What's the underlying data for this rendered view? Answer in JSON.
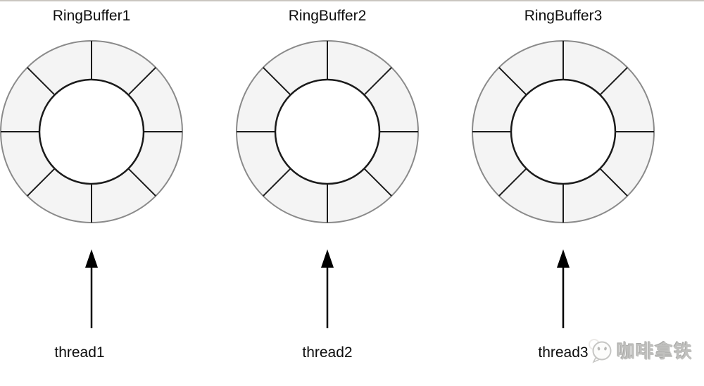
{
  "diagram": {
    "description": "Three ring buffers each fed by one thread",
    "segment_count_per_ring": 8
  },
  "buffers": [
    {
      "title": "RingBuffer1",
      "thread_label": "thread1",
      "segments": 8
    },
    {
      "title": "RingBuffer2",
      "thread_label": "thread2",
      "segments": 8
    },
    {
      "title": "RingBuffer3",
      "thread_label": "thread3",
      "segments": 8
    }
  ],
  "watermark": {
    "text": "咖啡拿铁",
    "icon": "chat-bubble-face-icon",
    "color": "#c0c0be"
  },
  "colors": {
    "ring_fill": "#f4f4f4",
    "ring_hole_fill": "#ffffff",
    "ring_outer_stroke": "#8a8a8a",
    "ring_divider_stroke": "#1b1b1b",
    "arrow": "#000000",
    "text": "#0d0d0d",
    "top_border": "#cac6c0"
  }
}
